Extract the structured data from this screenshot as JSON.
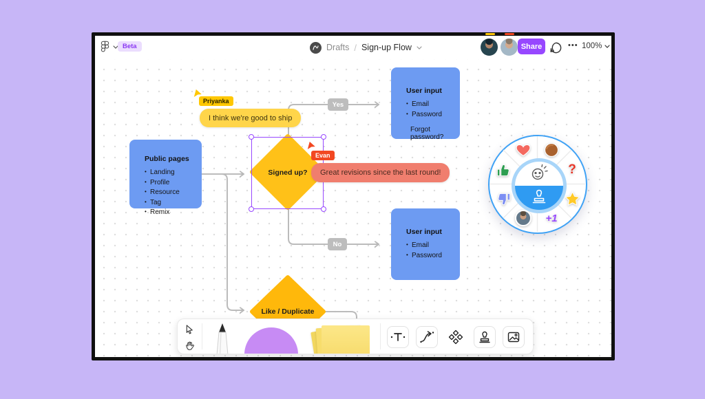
{
  "topbar": {
    "beta_label": "Beta",
    "breadcrumb": {
      "folder": "Drafts",
      "separator": "/",
      "file": "Sign-up Flow"
    },
    "share_label": "Share",
    "more_label": "•••",
    "zoom_level": "100%"
  },
  "users": [
    {
      "name": "Priyanka",
      "color": "#FFC700"
    },
    {
      "name": "Evan",
      "color": "#F24822"
    }
  ],
  "flow": {
    "public_pages": {
      "title": "Public pages",
      "items": [
        "Landing",
        "Profile",
        "Resource",
        "Tag",
        "Remix"
      ]
    },
    "signed_up": {
      "label": "Signed up?"
    },
    "user_input_yes": {
      "title": "User input",
      "items": [
        "Email",
        "Password"
      ],
      "footnote": "Forgot password?"
    },
    "user_input_no": {
      "title": "User input",
      "items": [
        "Email",
        "Password"
      ]
    },
    "like_duplicate": {
      "label": "Like / Duplicate"
    },
    "edge_labels": {
      "yes": "Yes",
      "no": "No"
    }
  },
  "chat": {
    "priyanka_message": "I think we're good to ship",
    "evan_comment": "Great revisions since the last round!"
  },
  "emoji_wheel": {
    "items": [
      "heart",
      "fist",
      "thumbs-up",
      "question-mark",
      "thumbs-down",
      "star",
      "avatar",
      "plus-one"
    ],
    "question_label": "?",
    "plus_one_label": "+1"
  },
  "colors": {
    "node_blue": "#6D9BF2",
    "diamond_yellow": "#FFC118",
    "diamond_orange": "#FFB80B",
    "selection_purple": "#9747FF",
    "connector_gray": "#B8B8B8",
    "sticky_yellow": "#FFD54A",
    "comment_salmon": "#F07E6E",
    "share_purple": "#9747FF",
    "wheel_blue": "#3FA2F5"
  }
}
